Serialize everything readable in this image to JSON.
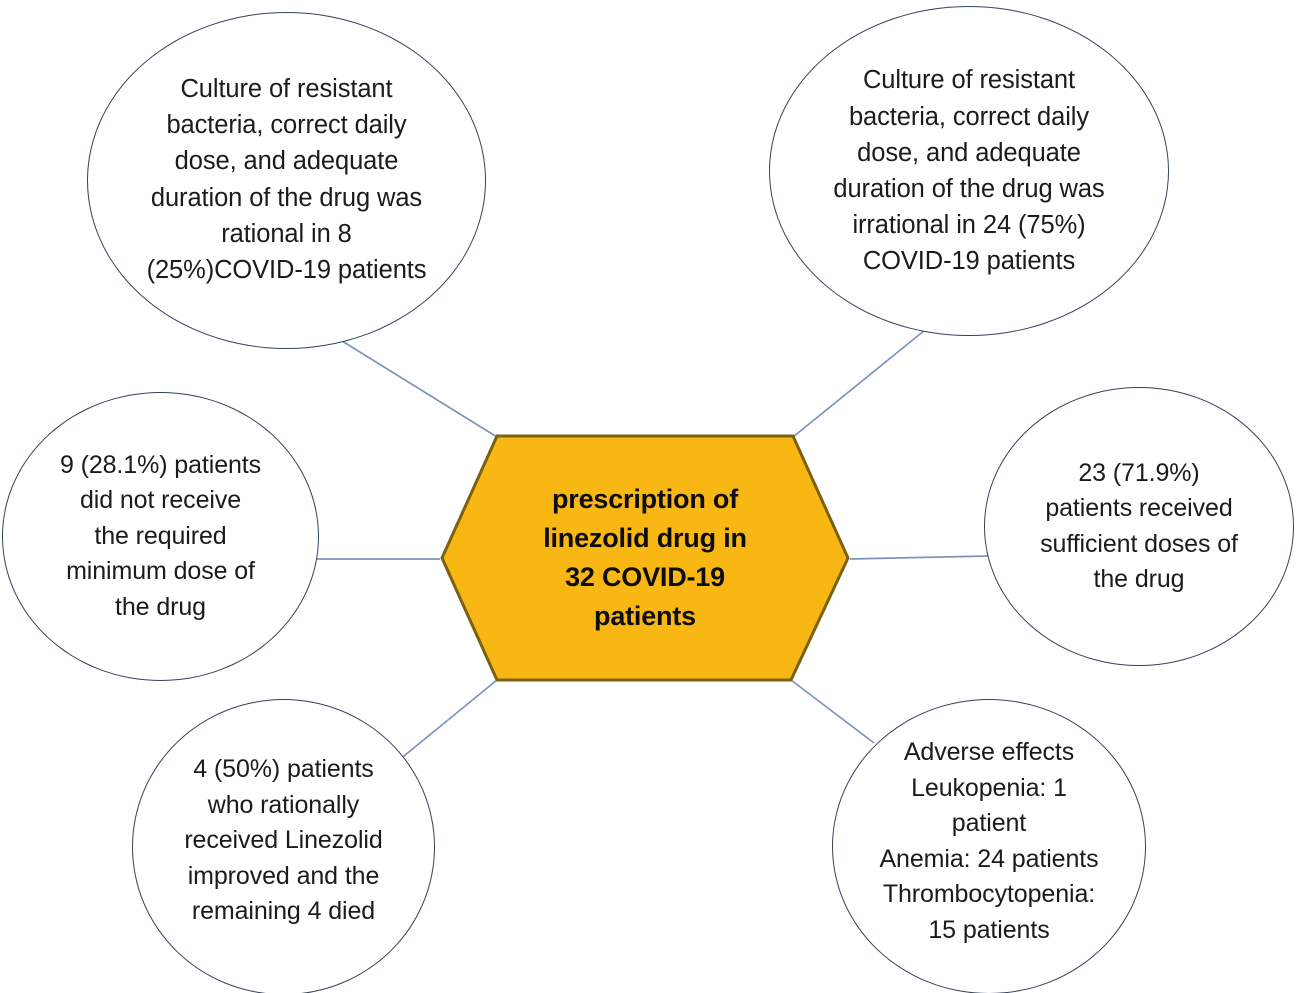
{
  "diagram": {
    "type": "hub-and-spoke",
    "title_node": {
      "id": "center",
      "shape": "hexagon",
      "fill_color": "#F9B713",
      "stroke_color": "#7B6011",
      "text": "prescription of\nlinezolid drug in\n32 COVID-19\npatients"
    },
    "stroke_color_ellipse": "#35415C",
    "connector_color": "#7E92BE",
    "nodes": [
      {
        "id": "top-left",
        "shape": "ellipse",
        "text": "Culture of resistant\nbacteria, correct daily\ndose, and adequate\nduration of the drug was\nrational in 8\n(25%)COVID-19 patients"
      },
      {
        "id": "top-right",
        "shape": "ellipse",
        "text": "Culture of resistant\nbacteria, correct daily\ndose, and adequate\nduration of the drug was\nirrational in 24 (75%)\nCOVID-19 patients"
      },
      {
        "id": "mid-left",
        "shape": "ellipse",
        "text": "9 (28.1%) patients\ndid not receive\nthe required\nminimum dose of\nthe drug"
      },
      {
        "id": "mid-right",
        "shape": "ellipse",
        "text": "23 (71.9%)\npatients received\nsufficient doses of\nthe drug"
      },
      {
        "id": "bot-left",
        "shape": "ellipse",
        "text": "4 (50%) patients\nwho rationally\nreceived Linezolid\nimproved and the\nremaining 4 died"
      },
      {
        "id": "bot-right",
        "shape": "ellipse",
        "text": "Adverse effects\nLeukopenia: 1\npatient\nAnemia: 24 patients\nThrombocytopenia:\n15 patients"
      }
    ]
  }
}
